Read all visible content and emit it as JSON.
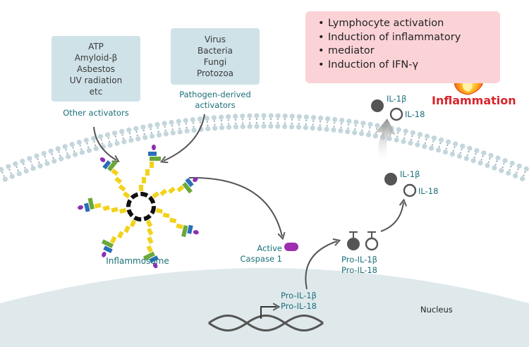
{
  "other_activators": {
    "items": [
      "ATP",
      "Amyloid-β",
      "Asbestos",
      "UV radiation",
      "etc"
    ],
    "label": "Other activators"
  },
  "pathogen_activators": {
    "items": [
      "Virus",
      "Bacteria",
      "Fungi",
      "Protozoa"
    ],
    "label_line1": "Pathogen-derived",
    "label_line2": "activators"
  },
  "inflammasome_label": "Inflammosome",
  "caspase": {
    "line1": "Active",
    "line2": "Caspase 1",
    "color": "#9b2fb0"
  },
  "effects": [
    "Lymphocyte activation",
    "Induction of inflammatory",
    "mediator",
    "Induction of IFN-γ"
  ],
  "inflammation_label": "Inflammation",
  "top_cytokines": {
    "il1b": "IL-1β",
    "il18": "IL-18"
  },
  "mid_cytokines": {
    "il1b": "IL-1β",
    "il18": "IL-18"
  },
  "pro_cytokines": {
    "line1": "Pro-IL-1β",
    "line2": "Pro-IL-18"
  },
  "dna_transcripts": {
    "line1": "Pro-IL-1β",
    "line2": "Pro-IL-18"
  },
  "nucleus_label": "Nucleus",
  "colors": {
    "box": "#cfe2e8",
    "effects_box": "#fbd3d7",
    "teal_text": "#1b6f78",
    "inflammation_red": "#d9242c",
    "membrane": "#c3d6dc",
    "nucleus": "#dfe9ec"
  }
}
